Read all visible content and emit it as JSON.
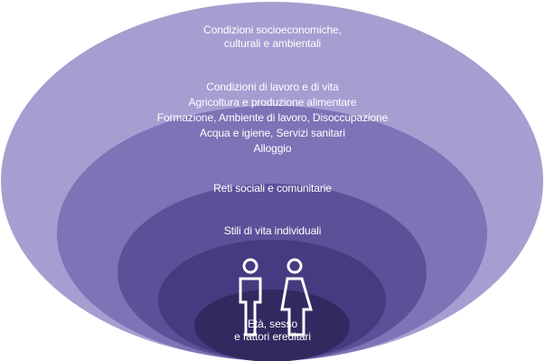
{
  "colors": {
    "ring1": "#a59ed1",
    "ring2": "#7d73b6",
    "ring3": "#5c5198",
    "ring4": "#463a80",
    "core": "#33285f",
    "text": "#ffffff"
  },
  "icons": [
    "male-figure-icon",
    "female-figure-icon"
  ],
  "layers": {
    "outer": [
      "Condizioni socioeconomiche,",
      "culturali e ambientali"
    ],
    "living": [
      "Condizioni di lavoro e di vita",
      "Agricoltura e produzione alimentare",
      "Formazione, Ambiente di lavoro, Disoccupazione",
      "Acqua e igiene, Servizi sanitari",
      "Alloggio"
    ],
    "social": "Reti sociali e comunitarie",
    "lifestyle": "Stili di vita individuali",
    "core": [
      "Età, sesso",
      "e fattori ereditari"
    ]
  }
}
